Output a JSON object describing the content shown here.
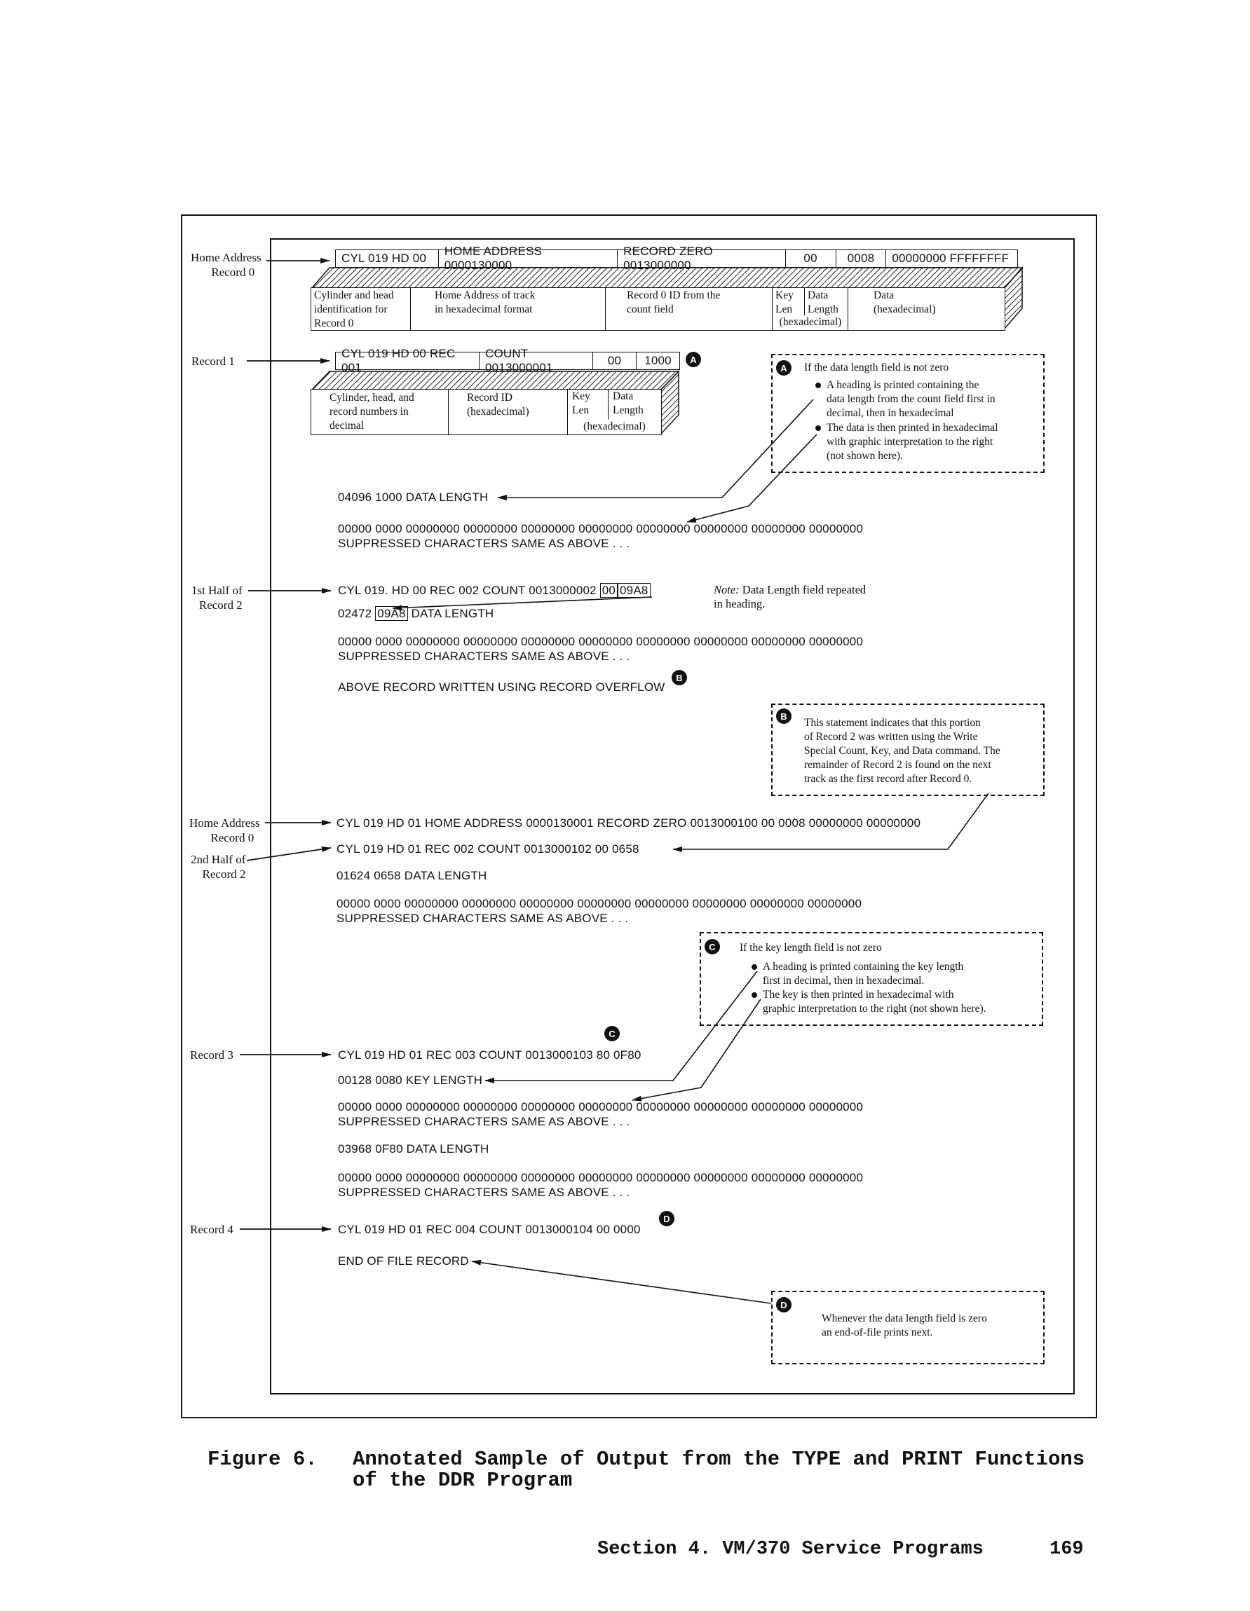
{
  "side_labels": {
    "home_address_record0": [
      "Home Address",
      "Record 0"
    ],
    "record1": "Record 1",
    "first_half_record2": [
      "1st Half of",
      "Record 2"
    ],
    "home_address_record0_b": [
      "Home Address",
      "Record 0"
    ],
    "second_half_record2": [
      "2nd Half of",
      "Record 2"
    ],
    "record3": "Record 3",
    "record4": "Record 4"
  },
  "record0_bar": {
    "seg1": "CYL 019 HD 00",
    "seg2": "HOME ADDRESS 0000130000",
    "seg3": "RECORD ZERO 0013000000",
    "seg4": "00",
    "seg5": "0008",
    "seg6": "00000000 FFFFFFFF"
  },
  "record0_cells": {
    "c1": [
      "Cylinder and head",
      "identification for",
      "Record 0"
    ],
    "c2": [
      "Home Address of track",
      "in hexadecimal format"
    ],
    "c3": [
      "Record 0 ID from the",
      "count field"
    ],
    "c4": [
      "Key",
      "Len"
    ],
    "c5": [
      "Data",
      "Length"
    ],
    "c45": "(hexadecimal)",
    "c6": [
      "Data",
      "(hexadecimal)"
    ]
  },
  "record1_bar": {
    "seg1": "CYL 019 HD 00 REC 001",
    "seg2": "COUNT 0013000001",
    "seg3": "00",
    "seg4": "1000"
  },
  "record1_cells": {
    "c1": [
      "Cylinder, head, and",
      "record numbers in",
      "decimal"
    ],
    "c2": [
      "Record ID",
      "(hexadecimal)"
    ],
    "c3": [
      "Key",
      "Len"
    ],
    "c4": [
      "Data",
      "Length"
    ],
    "c34": "(hexadecimal)"
  },
  "badges": {
    "a": "A",
    "b": "B",
    "c": "C",
    "d": "D"
  },
  "callout_a": {
    "title": "If the data length field is not zero",
    "bullet1": [
      "A heading is printed containing the",
      "data length from the count field first in",
      "decimal, then in hexadecimal"
    ],
    "bullet2": [
      "The data is then printed in hexadecimal",
      "with graphic interpretation to the right",
      "(not shown here)."
    ]
  },
  "callout_b": {
    "lines": [
      "This statement indicates that this portion",
      "of Record 2 was written using the Write",
      "Special Count, Key, and Data command. The",
      "remainder of Record 2 is found on the next",
      "track as the first record after Record 0."
    ]
  },
  "callout_c": {
    "title": "If the key length field is not zero",
    "bullet1": [
      "A heading is printed containing the key length",
      "first in decimal, then in hexadecimal."
    ],
    "bullet2": [
      "The key is then printed in hexadecimal with",
      "graphic interpretation to the right (not shown here)."
    ]
  },
  "callout_d": {
    "lines": [
      "Whenever the data length field is zero",
      "an end-of-file prints next."
    ]
  },
  "note": {
    "label": "Note:",
    "text1": " Data Length field repeated",
    "text2": "in heading."
  },
  "printout": {
    "r1_datalen": "04096 1000 DATA LENGTH",
    "r1_data": "00000 0000 00000000 00000000 00000000 00000000 00000000 00000000 00000000 00000000",
    "r1_suppressed": "SUPPRESSED CHARACTERS SAME AS ABOVE . . .",
    "r2a_head": "CYL 019. HD 00 REC 002 COUNT 0013000002 ",
    "r2a_head_kl": "00",
    "r2a_head_dl": "09A8",
    "r2a_datalen_pre": "02472 ",
    "r2a_datalen_boxed": "09A8",
    "r2a_datalen_post": " DATA LENGTH",
    "r2a_data": "00000 0000 00000000 00000000 00000000 00000000 00000000 00000000 00000000 00000000",
    "r2a_suppressed": "SUPPRESSED CHARACTERS SAME AS ABOVE . . .",
    "overflow": "ABOVE RECORD WRITTEN USING RECORD OVERFLOW",
    "ha2": "CYL 019 HD 01 HOME ADDRESS 0000130001 RECORD ZERO 0013000100 00 0008 00000000 00000000",
    "r2b_head": "CYL 019 HD 01 REC 002 COUNT 0013000102 00 0658",
    "r2b_datalen": "01624 0658 DATA LENGTH",
    "r2b_data": "00000 0000 00000000 00000000 00000000 00000000 00000000 00000000 00000000 00000000",
    "r2b_suppressed": "SUPPRESSED CHARACTERS SAME AS ABOVE . . .",
    "r3_head": "CYL 019 HD 01 REC 003 COUNT 0013000103   80 0F80",
    "r3_keylen": "00128 0080 KEY LENGTH",
    "r3_keydata": "00000 0000 00000000 00000000 00000000 00000000 00000000 00000000 00000000 00000000",
    "r3_keysuppressed": "SUPPRESSED CHARACTERS SAME AS ABOVE . . .",
    "r3_datalen": "03968 0F80 DATA LENGTH",
    "r3_data": "00000 0000 00000000 00000000 00000000 00000000 00000000 00000000 00000000 00000000",
    "r3_suppressed": "SUPPRESSED CHARACTERS SAME AS ABOVE . . .",
    "r4_head": "CYL 019 HD 01 REC 004 COUNT 0013000104 00 0000",
    "eof": "END OF FILE RECORD"
  },
  "caption": {
    "number": "Figure 6.",
    "line1": "Annotated Sample of Output from the TYPE and PRINT Functions",
    "line2": "of the DDR Program"
  },
  "footer": {
    "section": "Section 4.  VM/370 Service Programs",
    "page": "169"
  }
}
